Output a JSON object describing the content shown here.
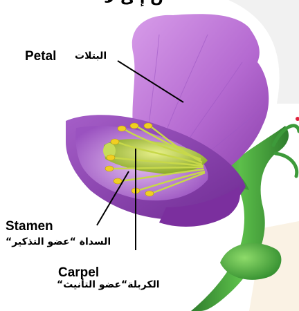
{
  "header": {
    "partial_text": "ن إ ى لأ"
  },
  "labels": {
    "petal": {
      "en": "Petal",
      "ar": "البتلات"
    },
    "stamen": {
      "en": "Stamen",
      "ar": "السداة “عضو التذكير“"
    },
    "carpel": {
      "en": "Carpel",
      "ar": "الكربلة“عضو التأنيث“"
    }
  },
  "colors": {
    "petal_light": "#c98be0",
    "petal_dark": "#8c3fae",
    "pistil": "#b9d23a",
    "anther": "#f0d020",
    "stem": "#3d9a3a",
    "leaf": "#4caf50",
    "accent_dot": "#e0203a"
  }
}
